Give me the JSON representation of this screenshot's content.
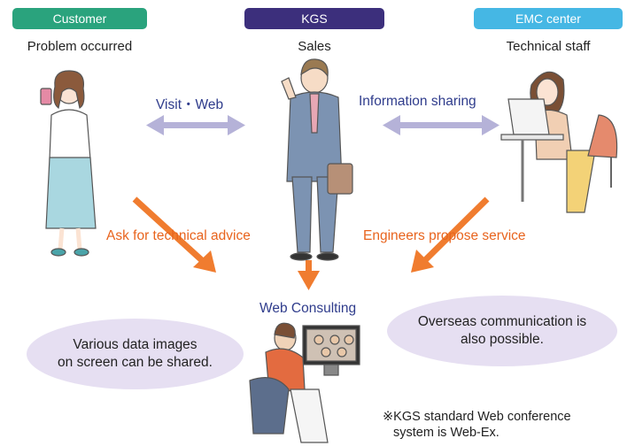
{
  "headers": {
    "customer": {
      "label": "Customer",
      "color": "#2aa37d"
    },
    "kgs": {
      "label": "KGS",
      "color": "#3c2f7c"
    },
    "emc": {
      "label": "EMC center",
      "color": "#45b7e4"
    }
  },
  "roles": {
    "customer": "Problem occurred",
    "kgs": "Sales",
    "emc": "Technical staff"
  },
  "links": {
    "visit_web": "Visit・Web",
    "info_sharing": "Information sharing",
    "ask_advice": "Ask for technical advice",
    "engineers_propose": "Engineers propose service",
    "web_consulting": "Web Consulting"
  },
  "bubbles": {
    "left_line1": "Various data images",
    "left_line2": "on screen can be shared.",
    "right_line1": "Overseas communication is",
    "right_line2": "also possible."
  },
  "note": {
    "line1": "※KGS standard Web conference",
    "line2": "system is Web-Ex."
  },
  "colors": {
    "arrow_orange": "#f07c2f",
    "arrow_lavender": "#b5b2d8",
    "bubble": "#e6dff2",
    "label_blue": "#2f3c8c",
    "label_orange": "#e8641e"
  }
}
